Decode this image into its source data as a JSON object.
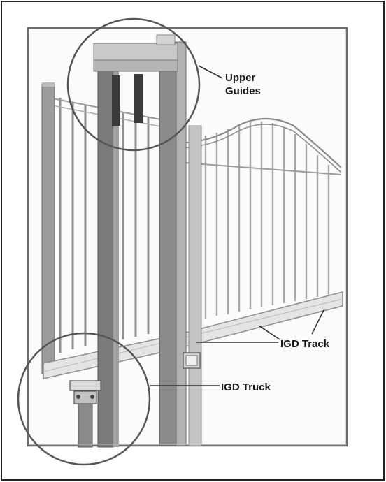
{
  "labels": {
    "upper_guides_line1": "Upper",
    "upper_guides_line2": "Guides",
    "igd_track": "IGD Track",
    "igd_truck": "IGD Truck"
  },
  "colors": {
    "frame": "#222222",
    "inner_frame": "#6e6e6e",
    "post": "#8a8a8a",
    "post_dark": "#5a5a5a",
    "picket": "#9a9a9a",
    "rail": "#e2e2e2",
    "circle": "#555555"
  },
  "icons": [
    "gate-illustration"
  ]
}
